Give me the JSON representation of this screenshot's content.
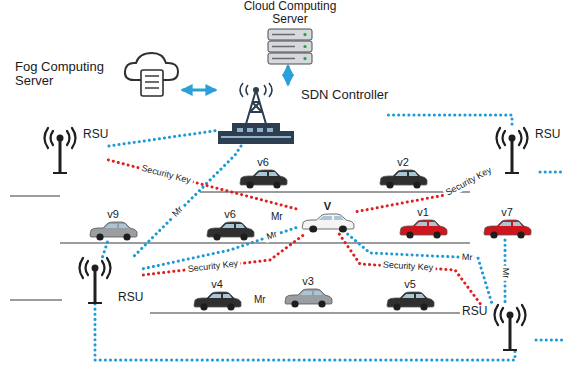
{
  "diagram": {
    "nodes": [
      {
        "text": [
          "Cloud Computing Server"
        ]
      },
      {
        "text": [
          "Fog Computing Server"
        ]
      },
      {
        "text": [
          "SDN Controller"
        ]
      },
      {
        "text": [
          "RSU"
        ]
      },
      {
        "text": [
          "RSU"
        ]
      },
      {
        "text": [
          "v6"
        ]
      },
      {
        "text": [
          "v2"
        ]
      },
      {
        "text": [
          "v9"
        ]
      },
      {
        "text": [
          "v6"
        ]
      },
      {
        "text": [
          "V"
        ]
      },
      {
        "text": [
          "v1"
        ]
      },
      {
        "text": [
          "v7"
        ]
      },
      {
        "text": [
          "RSU"
        ]
      },
      {
        "text": [
          "RSU"
        ]
      },
      {
        "text": [
          "v4"
        ]
      },
      {
        "text": [
          "v3"
        ]
      },
      {
        "text": [
          "v5"
        ]
      }
    ],
    "edges": [
      {
        "from": 0,
        "to": 2,
        "arrow": "both"
      },
      {
        "from": 1,
        "to": 2,
        "arrow": "both"
      },
      {
        "from": 2,
        "to": 3,
        "arrow": "none"
      },
      {
        "from": 2,
        "to": 4,
        "arrow": "none"
      },
      {
        "from": 2,
        "to": 12,
        "label": "Mr",
        "arrow": "none"
      },
      {
        "from": 3,
        "to": 9,
        "label": "Security Key",
        "arrow": "none"
      },
      {
        "from": 4,
        "to": 9,
        "label": "Security Key",
        "arrow": "none"
      },
      {
        "from": 12,
        "to": 9,
        "label": "Security Key",
        "arrow": "none"
      },
      {
        "from": 9,
        "to": 13,
        "label": "Security Key",
        "arrow": "none"
      },
      {
        "from": 12,
        "to": 9,
        "label": "Mr",
        "arrow": "none"
      },
      {
        "from": 9,
        "to": 13,
        "label": "Mr",
        "arrow": "none"
      },
      {
        "from": 7,
        "to": 12,
        "arrow": "none"
      },
      {
        "from": 11,
        "to": 13,
        "label": "Mr",
        "arrow": "none"
      },
      {
        "from": 12,
        "to": 13,
        "arrow": "none"
      }
    ],
    "labels": [
      "Mr",
      "Mr"
    ]
  }
}
